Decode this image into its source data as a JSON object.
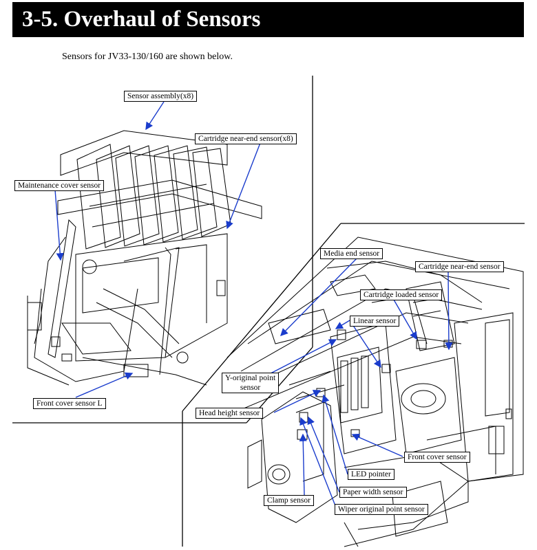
{
  "header": {
    "title": "3-5.  Overhaul of Sensors"
  },
  "intro": {
    "text": "Sensors for JV33-130/160 are shown below."
  },
  "diagram_left": {
    "labels": {
      "sensor_assembly": "Sensor assembly(x8)",
      "cartridge_near_end_x8": "Cartridge near-end sensor(x8)",
      "maintenance_cover": "Maintenance cover sensor",
      "front_cover_l": "Front cover sensor L"
    }
  },
  "diagram_right": {
    "labels": {
      "media_end": "Media end sensor",
      "cartridge_near_end": "Cartridge near-end sensor",
      "cartridge_loaded": "Cartridge loaded sensor",
      "linear": "Linear sensor",
      "y_original_point_1": "Y-original point",
      "y_original_point_2": "sensor",
      "head_height": "Head height sensor",
      "front_cover": "Front cover sensor",
      "led_pointer": "LED pointer",
      "paper_width": "Paper width sensor",
      "clamp": "Clamp sensor",
      "wiper_original_point": "Wiper original point sensor"
    }
  },
  "colors": {
    "arrow": "#1a3ccc",
    "title_bg": "#000000",
    "title_fg": "#ffffff"
  }
}
